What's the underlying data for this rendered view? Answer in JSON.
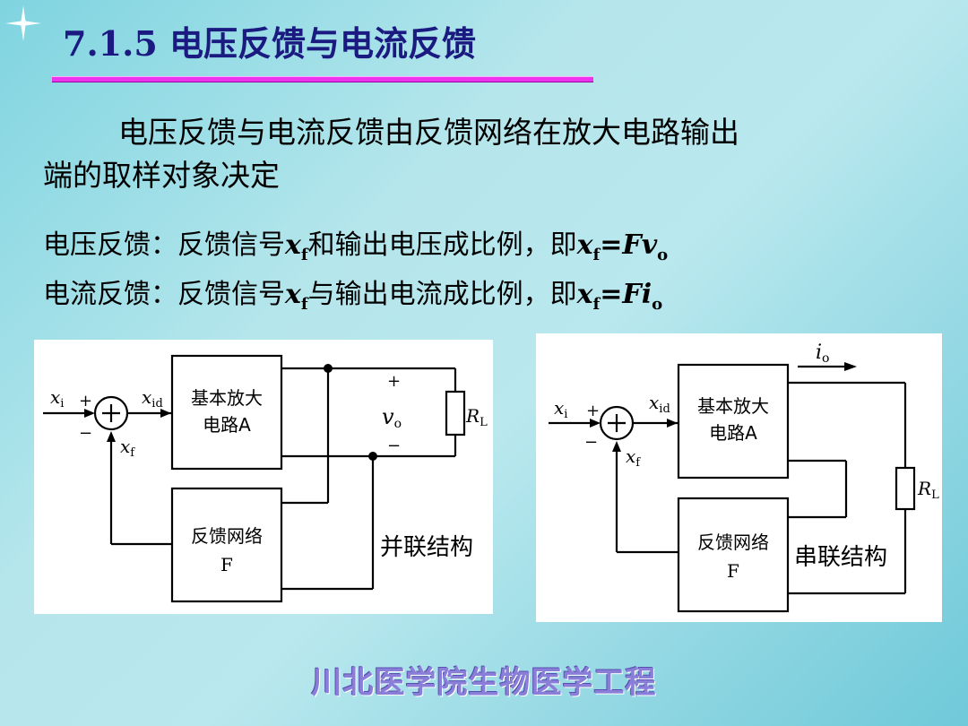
{
  "title": "7.1.5  电压反馈与电流反馈",
  "intro": {
    "line1": "电压反馈与电流反馈由反馈网络在放大电路输出",
    "line2": "端的取样对象决定"
  },
  "voltage_fb": {
    "label": "电压反馈：反馈信号",
    "x": "x",
    "x_sub": "f",
    "mid": "和输出电压成比例，即",
    "eq": "=F",
    "v": "v",
    "v_sub": "o"
  },
  "current_fb": {
    "label": "电流反馈：反馈信号",
    "x": "x",
    "x_sub": "f",
    "mid": "与输出电流成比例，即",
    "eq": "=F",
    "i": "i",
    "i_sub": "o"
  },
  "diagram1": {
    "xi": "x",
    "xi_sub": "i",
    "xid": "x",
    "xid_sub": "id",
    "xf": "x",
    "xf_sub": "f",
    "plus": "+",
    "minus": "−",
    "amp_l1": "基本放大",
    "amp_l2": "电路A",
    "fb_l1": "反馈网络",
    "fb_l2": "F",
    "vo": "v",
    "vo_sub": "o",
    "rl": "R",
    "rl_sub": "L",
    "caption": "并联结构"
  },
  "diagram2": {
    "xi": "x",
    "xi_sub": "i",
    "xid": "x",
    "xid_sub": "id",
    "xf": "x",
    "xf_sub": "f",
    "plus": "+",
    "minus": "−",
    "amp_l1": "基本放大",
    "amp_l2": "电路A",
    "fb_l1": "反馈网络",
    "fb_l2": "F",
    "io": "i",
    "io_sub": "o",
    "rl": "R",
    "rl_sub": "L",
    "caption": "串联结构"
  },
  "footer": "川北医学院生物医学工程"
}
